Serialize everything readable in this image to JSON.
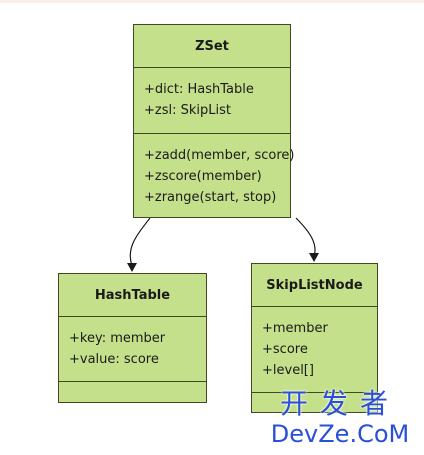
{
  "classes": {
    "zset": {
      "name": "ZSet",
      "attributes": [
        "+dict: HashTable",
        "+zsl: SkipList"
      ],
      "methods": [
        "+zadd(member, score)",
        "+zscore(member)",
        "+zrange(start, stop)"
      ]
    },
    "hashtable": {
      "name": "HashTable",
      "attributes": [
        "+key: member",
        "+value: score"
      ],
      "methods": []
    },
    "skiplistnode": {
      "name": "SkipListNode",
      "attributes": [
        "+member",
        "+score",
        "+level[]"
      ],
      "methods": []
    }
  },
  "relations": [
    {
      "from": "ZSet",
      "to": "HashTable",
      "type": "association"
    },
    {
      "from": "ZSet",
      "to": "SkipListNode",
      "type": "association"
    }
  ],
  "colors": {
    "box_fill": "#c5e08a",
    "box_border": "#3d4a22",
    "arrow": "#1a1a1a",
    "watermark": "#2b4fd6"
  },
  "watermark": {
    "chinese": "开发者",
    "latin": "DevZe.CoM"
  }
}
